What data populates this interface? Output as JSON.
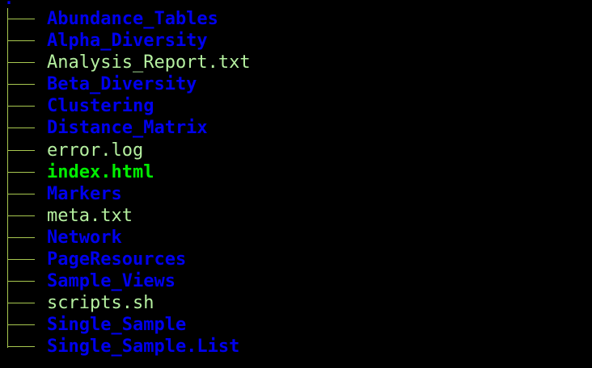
{
  "colors": {
    "background": "#000000",
    "directory": "#0000ee",
    "file": "#b5f0a0",
    "executable": "#00ee00",
    "tree_lines": "#a8c850"
  },
  "root": {
    "label": "."
  },
  "entries": [
    {
      "name": "Abundance_Tables",
      "kind": "dir"
    },
    {
      "name": "Alpha_Diversity",
      "kind": "dir"
    },
    {
      "name": "Analysis_Report.txt",
      "kind": "file"
    },
    {
      "name": "Beta_Diversity",
      "kind": "dir"
    },
    {
      "name": "Clustering",
      "kind": "dir"
    },
    {
      "name": "Distance_Matrix",
      "kind": "dir"
    },
    {
      "name": "error.log",
      "kind": "file"
    },
    {
      "name": "index.html",
      "kind": "exec"
    },
    {
      "name": "Markers",
      "kind": "dir"
    },
    {
      "name": "meta.txt",
      "kind": "file"
    },
    {
      "name": "Network",
      "kind": "dir"
    },
    {
      "name": "PageResources",
      "kind": "dir"
    },
    {
      "name": "Sample_Views",
      "kind": "dir"
    },
    {
      "name": "scripts.sh",
      "kind": "file"
    },
    {
      "name": "Single_Sample",
      "kind": "dir"
    },
    {
      "name": "Single_Sample.List",
      "kind": "dir"
    }
  ]
}
